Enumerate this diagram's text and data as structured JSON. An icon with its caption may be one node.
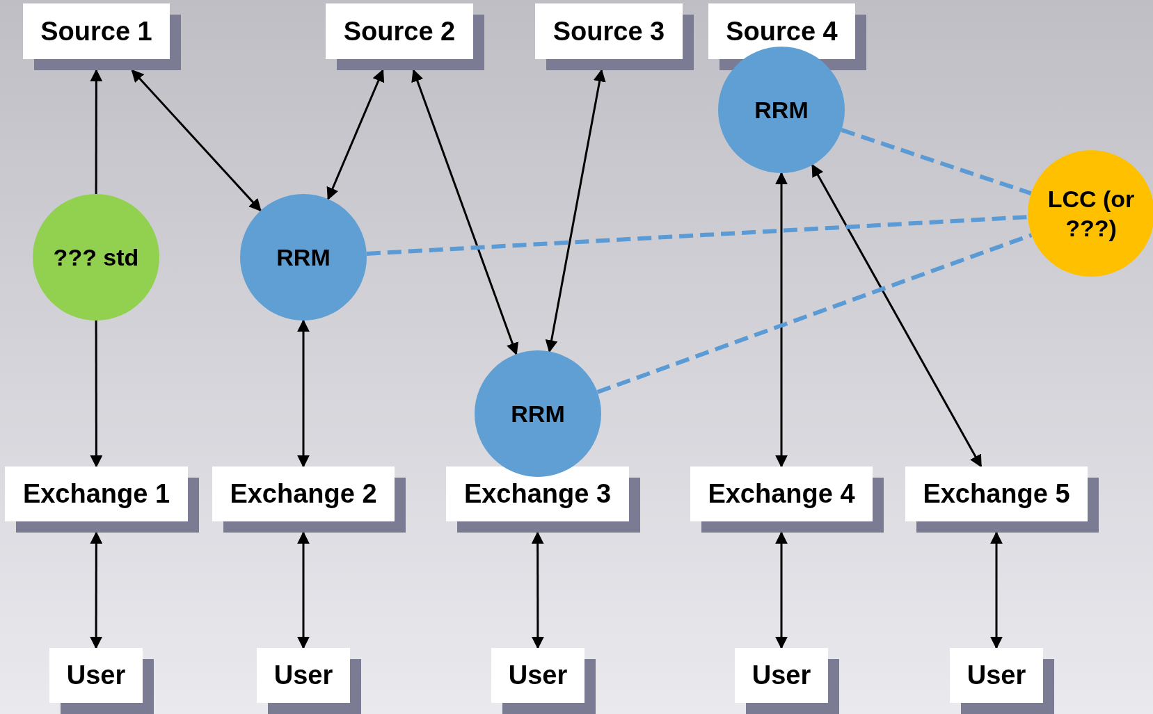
{
  "diagram": {
    "nodes": [
      {
        "text": [
          "Source 1"
        ]
      },
      {
        "text": [
          "Source 2"
        ]
      },
      {
        "text": [
          "Source 3"
        ]
      },
      {
        "text": [
          "Source 4"
        ]
      },
      {
        "text": [
          "RRM"
        ]
      },
      {
        "text": [
          "LCC (or ???)"
        ]
      },
      {
        "text": [
          "??? std"
        ]
      },
      {
        "text": [
          "RRM"
        ]
      },
      {
        "text": [
          "RRM"
        ]
      },
      {
        "text": [
          "Exchange 1"
        ]
      },
      {
        "text": [
          "Exchange 2"
        ]
      },
      {
        "text": [
          "Exchange 3"
        ]
      },
      {
        "text": [
          "Exchange 4"
        ]
      },
      {
        "text": [
          "Exchange 5"
        ]
      },
      {
        "text": [
          "User"
        ]
      },
      {
        "text": [
          "User"
        ]
      },
      {
        "text": [
          "User"
        ]
      },
      {
        "text": [
          "User"
        ]
      },
      {
        "text": [
          "User"
        ]
      }
    ],
    "edges": [
      {
        "from": 6,
        "to": 0,
        "arrow": "to"
      },
      {
        "from": 6,
        "to": 9,
        "arrow": "to"
      },
      {
        "from": 0,
        "to": 7,
        "arrow": "both"
      },
      {
        "from": 1,
        "to": 7,
        "arrow": "both"
      },
      {
        "from": 1,
        "to": 8,
        "arrow": "both"
      },
      {
        "from": 2,
        "to": 8,
        "arrow": "both"
      },
      {
        "from": 7,
        "to": 10,
        "arrow": "both"
      },
      {
        "from": 4,
        "to": 12,
        "arrow": "both"
      },
      {
        "from": 4,
        "to": 13,
        "arrow": "both"
      },
      {
        "from": 4,
        "to": 5,
        "arrow": "none",
        "style": "dashed",
        "color": "#5b9bd5"
      },
      {
        "from": 7,
        "to": 5,
        "arrow": "none",
        "style": "dashed",
        "color": "#5b9bd5"
      },
      {
        "from": 8,
        "to": 5,
        "arrow": "none",
        "style": "dashed",
        "color": "#5b9bd5"
      },
      {
        "from": 9,
        "to": 14,
        "arrow": "both"
      },
      {
        "from": 10,
        "to": 15,
        "arrow": "both"
      },
      {
        "from": 11,
        "to": 16,
        "arrow": "both"
      },
      {
        "from": 12,
        "to": 17,
        "arrow": "both"
      },
      {
        "from": 13,
        "to": 18,
        "arrow": "both"
      }
    ]
  }
}
